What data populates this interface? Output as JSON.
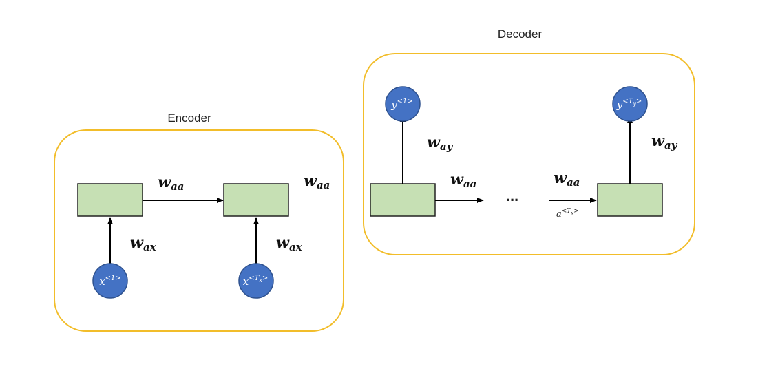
{
  "encoder": {
    "title": "Encoder",
    "w_aa": {
      "base": "w",
      "sub": "aa"
    },
    "w_ax_1": {
      "base": "w",
      "sub": "ax"
    },
    "w_ax_2": {
      "base": "w",
      "sub": "ax"
    },
    "w_aa_right": {
      "base": "w",
      "sub": "aa"
    },
    "input_1": {
      "base": "x",
      "sup": "<1>"
    },
    "input_tx": {
      "base": "x",
      "sup": "<T",
      "sup_sub": "x",
      "sup_end": ">"
    }
  },
  "decoder": {
    "title": "Decoder",
    "w_ay_1": {
      "base": "w",
      "sub": "ay"
    },
    "w_ay_2": {
      "base": "w",
      "sub": "ay"
    },
    "w_aa_1": {
      "base": "w",
      "sub": "aa"
    },
    "w_aa_2": {
      "base": "w",
      "sub": "aa"
    },
    "ellipsis": "...",
    "hidden_tx": {
      "base": "a",
      "sup": "<T",
      "sup_sub": "x",
      "sup_end": ">"
    },
    "output_1": {
      "base": "y",
      "sup": "<1>"
    },
    "output_ty": {
      "base": "y",
      "sup": "<T",
      "sup_sub": "y",
      "sup_end": ">"
    }
  },
  "colors": {
    "container_border": "#f2bd2a",
    "cell_fill": "#c6e0b4",
    "node_fill": "#4472c4",
    "node_stroke": "#2f528f",
    "arrow": "#000000"
  }
}
